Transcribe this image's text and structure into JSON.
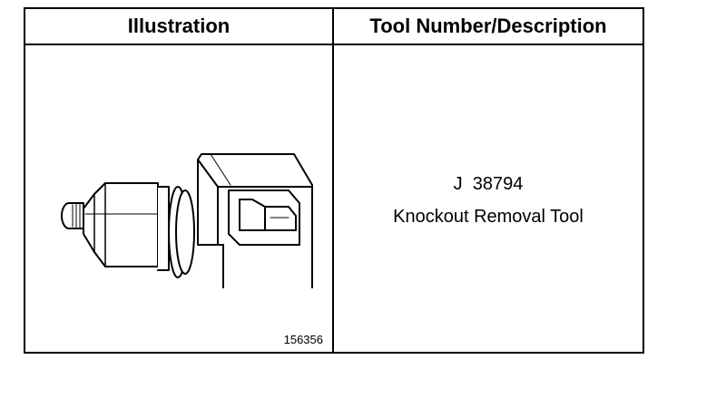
{
  "table": {
    "header": {
      "illustration": "Illustration",
      "description": "Tool Number/Description"
    },
    "row": {
      "figure_number": "156356",
      "tool_number": "J  38794",
      "tool_name": "Knockout Removal Tool",
      "illustration_icon": "knockout-removal-tool-drawing"
    }
  }
}
